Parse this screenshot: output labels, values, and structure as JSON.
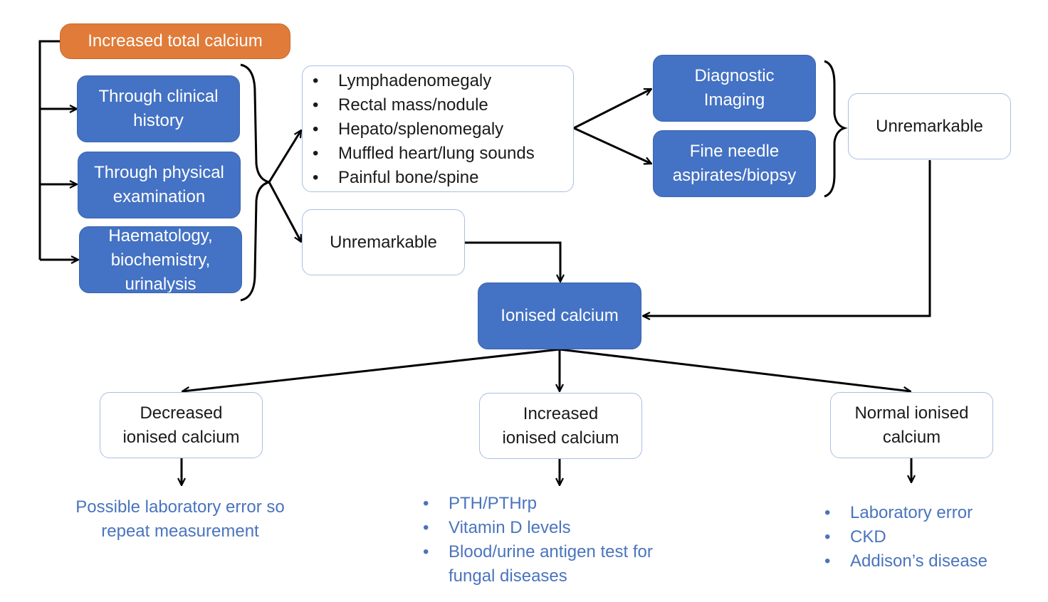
{
  "start": {
    "label": "Increased total calcium"
  },
  "methods": [
    {
      "lines": [
        "Through clinical",
        "history"
      ]
    },
    {
      "lines": [
        "Through physical",
        "examination"
      ]
    },
    {
      "lines": [
        "Haematology,",
        "biochemistry,",
        "urinalysis"
      ]
    }
  ],
  "findings": [
    "Lymphadenomegaly",
    "Rectal mass/nodule",
    "Hepato/splenomegaly",
    "Muffled heart/lung sounds",
    "Painful bone/spine"
  ],
  "bullet_symbol": "•",
  "unremarkable_exam": {
    "label": "Unremarkable"
  },
  "workup": [
    {
      "lines": [
        "Diagnostic",
        "Imaging"
      ]
    },
    {
      "lines": [
        "Fine needle",
        "aspirates/biopsy"
      ]
    }
  ],
  "unremarkable_workup": {
    "label": "Unremarkable"
  },
  "ionised": {
    "label": "Ionised calcium"
  },
  "results": [
    {
      "lines": [
        "Decreased",
        "ionised calcium"
      ]
    },
    {
      "lines": [
        "Increased",
        "ionised calcium"
      ]
    },
    {
      "lines": [
        "Normal ionised",
        "calcium"
      ]
    }
  ],
  "outcome_decreased": {
    "lines": [
      "Possible laboratory error so",
      "repeat measurement"
    ]
  },
  "outcome_increased": {
    "items": [
      {
        "lines": [
          "PTH/PTHrp"
        ]
      },
      {
        "lines": [
          "Vitamin D levels"
        ]
      },
      {
        "lines": [
          "Blood/urine antigen test for",
          "fungal diseases"
        ]
      }
    ]
  },
  "outcome_normal": {
    "items": [
      {
        "lines": [
          "Laboratory error"
        ]
      },
      {
        "lines": [
          "CKD"
        ]
      },
      {
        "lines": [
          "Addison’s disease"
        ]
      }
    ]
  },
  "colors": {
    "start_fill": "#e07b39",
    "process_fill": "#4472c4",
    "node_border": "#a9bfe3",
    "outcome_text": "#4a74bd",
    "connector": "#000000"
  }
}
